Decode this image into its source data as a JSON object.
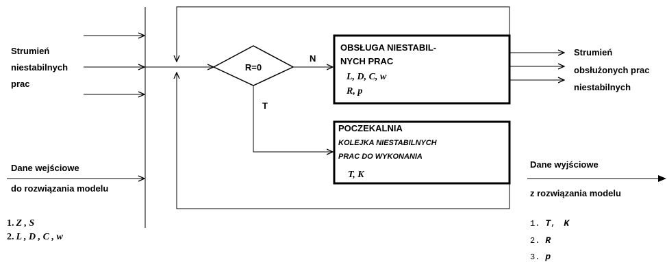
{
  "input_stream": {
    "line1": "Strumień",
    "line2": "niestabilnych",
    "line3": "prac"
  },
  "input_data": {
    "line1": "Dane wejściowe",
    "line2": "do rozwiązania modelu"
  },
  "input_vars": {
    "line1_num": "1.",
    "line1_vars": "Z , S",
    "line2_num": "2.",
    "line2_vars": "L , D , C , w"
  },
  "decision": {
    "label": "R=0",
    "no_label": "N",
    "yes_label": "T"
  },
  "service_box": {
    "title1": "OBSŁUGA NIESTABIL-",
    "title2": "NYCH PRAC",
    "vars1": "L, D,  C,  w",
    "vars2": "R, p"
  },
  "waiting_box": {
    "title": "POCZEKALNIA",
    "sub1": "KOLEJKA  NIESTABILNYCH",
    "sub2": "PRAC  DO  WYKONANIA",
    "vars": "T,  K"
  },
  "output_stream": {
    "line1": "Strumień",
    "line2": "obsłużonych prac",
    "line3": "niestabilnych"
  },
  "output_data": {
    "line1": "Dane wyjściowe",
    "line2": "z rozwiązania modelu"
  },
  "output_vars": {
    "o1_num": "1.",
    "o1_T": "T",
    "o1_sep": ",",
    "o1_K": "K",
    "o2_num": "2.",
    "o2_R": "R",
    "o3_num": "3.",
    "o3_p": "p"
  }
}
